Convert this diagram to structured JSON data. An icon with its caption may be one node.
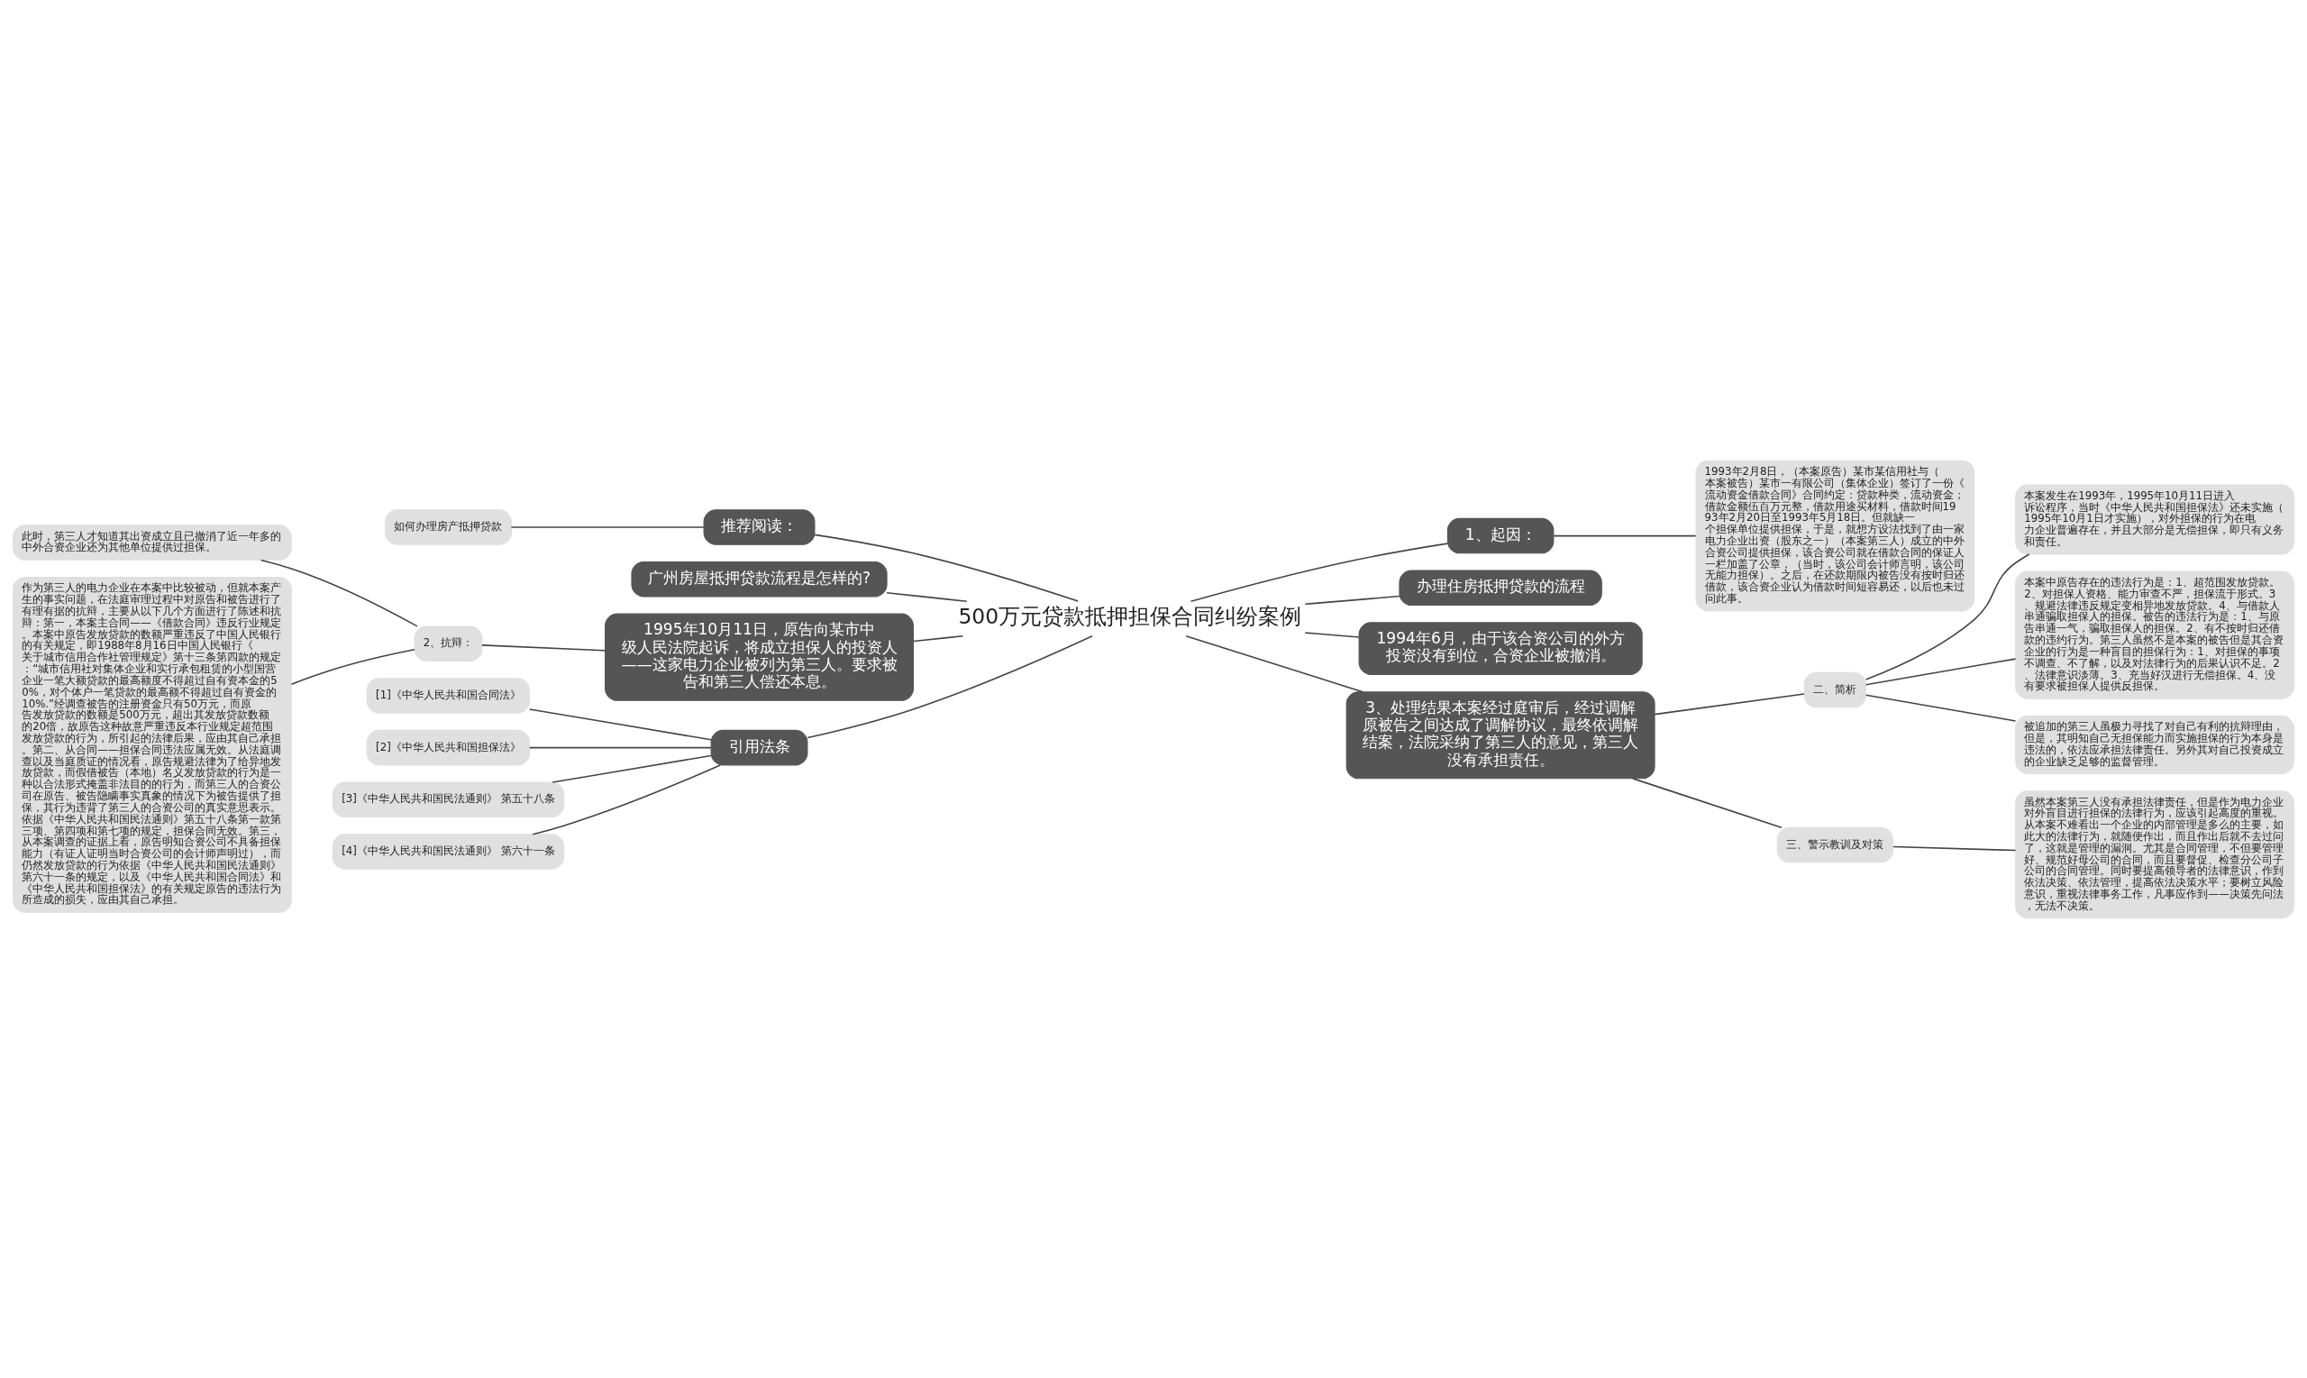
{
  "diagram": {
    "nodes": [
      {
        "text": [
          "500万元贷款抵押担保合同纠纷案例"
        ]
      },
      {
        "text": [
          "推荐阅读："
        ]
      },
      {
        "text": [
          "如何办理房产抵押贷款"
        ]
      },
      {
        "text": [
          "广州房屋抵押贷款流程是怎样的?"
        ]
      },
      {
        "text": [
          "1995年10月11日，原告向某市中级人民法院起诉，将成立担保人的投资人——这家电力企业被列为第三人。要求被告和第三人偿还本息。"
        ]
      },
      {
        "text": [
          "2、抗辩："
        ]
      },
      {
        "text": [
          "此时，第三人才知道其出资成立且已撤消了近一年多的中外合资企业还为其他单位提供过担保。"
        ]
      },
      {
        "text": [
          "作为第三人的电力企业在本案中比较被动，但就本案产生的事实问题，在法庭审理过程中对原告和被告进行了有理有据的抗辩，主要从以下几个方面进行了陈述和抗辩：第一，本案主合同——《借款合同》违反行业规定。本案中原告发放贷款的数额严重违反了中国人民银行的有关规定，即1988年8月16日中国人民银行《关于城市信用合作社管理规定》第十三条第四款的规定：“城市信用社对集体企业和实行承包租赁的小型国营企业一笔大额贷款的最高额度不得超过自有资本金的50%，对个体户一笔贷款的最高额不得超过自有资金的10%.”经调查被告的注册资金只有50万元，而原告发放贷款的数额是500万元，超出其发放贷款数额的20倍，故原告这种故意严重违反本行业规定超范围发放贷款的行为，所引起的法律后果，应由其自己承担。第二、从合同——担保合同违法应属无效。从法庭调查以及当庭质证的情况看，原告规避法律为了给异地发放贷款，而假借被告（本地）名义发放贷款的行为是一种以合法形式掩盖非法目的的行为，而第三人的合资公司在原告、被告隐瞒事实真象的情况下为被告提供了担保，其行为违背了第三人的合资公司的真实意思表示。依据《中华人民共和国民法通则》第五十八条第一款第三项、第四项和第七项的规定，担保合同无效。第三，从本案调查的证据上看，原告明知合资公司不具备担保能力（有证人证明当时合资公司的会计师声明过），而仍然发放贷款的行为依据《中华人民共和国民法通则》第六十一条的规定，以及《中华人民共和国合同法》和《中华人民共和国担保法》的有关规定原告的违法行为所造成的损失，应由其自己承担。"
        ]
      },
      {
        "text": [
          "引用法条"
        ]
      },
      {
        "text": [
          "[1]《中华人民共和国合同法》"
        ]
      },
      {
        "text": [
          "[2]《中华人民共和国担保法》"
        ]
      },
      {
        "text": [
          "[3]《中华人民共和国民法通则》 第五十八条"
        ]
      },
      {
        "text": [
          "[4]《中华人民共和国民法通则》 第六十一条"
        ]
      },
      {
        "text": [
          "1、起因："
        ]
      },
      {
        "text": [
          "1993年2月8日，（本案原告）某市某信用社与（本案被告）某市一有限公司（集体企业）签订了一份《流动资金借款合同》合同约定：贷款种类，流动资金；借款金额伍百万元整，借款用途买材料，借款时间1993年2月20日至1993年5月18日。但就缺一个担保单位提供担保，于是，就想方设法找到了由一家电力企业出资（股东之一）（本案第三人）成立的中外合资公司提供担保，该合资公司就在借款合同的保证人一栏加盖了公章，（当时，该公司会计师言明，该公司无能力担保）。之后，在还款期限内被告没有按时归还借款，该合资企业认为借款时间短容易还，以后也未过问此事。"
        ]
      },
      {
        "text": [
          "办理住房抵押贷款的流程"
        ]
      },
      {
        "text": [
          "1994年6月，由于该合资公司的外方投资没有到位，合资企业被撤消。"
        ]
      },
      {
        "text": [
          "3、处理结果本案经过庭审后，经过调解原被告之间达成了调解协议，最终依调解结案，法院采纳了第三人的意见，第三人没有承担责任。"
        ]
      },
      {
        "text": [
          "二、简析"
        ]
      },
      {
        "text": [
          "本案发生在1993年，1995年10月11日进入诉讼程序，当时《中华人民共和国担保法》还未实施（1995年10月1日才实施），对外担保的行为在电力企业普遍存在，并且大部分是无偿担保，即只有义务和责任。"
        ]
      },
      {
        "text": [
          "本案中原告存在的违法行为是：1、超范围发放贷款。2、对担保人资格、能力审查不严，担保流于形式。3、规避法律违反规定变相异地发放贷款。4、与借款人串通骗取担保人的担保。被告的违法行为是：1、与原告串通一气，骗取担保人的担保。2、有不按时归还借款的违约行为。第三人虽然不是本案的被告但是其合资企业的行为是一种盲目的担保行为：1、对担保的事项不调查、不了解，以及对法律行为的后果认识不足。2、法律意识淡薄。3、充当好汉进行无偿担保。4、没有要求被担保人提供反担保。"
        ]
      },
      {
        "text": [
          "被追加的第三人虽极力寻找了对自己有利的抗辩理由，但是，其明知自己无担保能力而实施担保的行为本身是违法的，依法应承担法律责任。另外其对自己投资成立的企业缺乏足够的监督管理。"
        ]
      },
      {
        "text": [
          "三、警示教训及对策"
        ]
      },
      {
        "text": [
          "虽然本案第三人没有承担法律责任，但是作为电力企业对外盲目进行担保的法律行为，应该引起高度的重视。从本案不难看出一个企业的内部管理是多么的主要，如此大的法律行为，就随便作出，而且作出后就不去过问了，这就是管理的漏洞。尤其是合同管理，不但要管理好、规范好母公司的合同，而且要督促、检查分公司子公司的合同管理。同时要提高领导者的法律意识，作到依法决策、依法管理，提高依法决策水平；要树立风险意识，重视法律事务工作，凡事应作到——决策先问法，无法不决策。"
        ]
      }
    ],
    "edges": [
      {
        "from": 1,
        "to": 0,
        "arrow": "none"
      },
      {
        "from": 2,
        "to": 1,
        "arrow": "none"
      },
      {
        "from": 3,
        "to": 0,
        "arrow": "none"
      },
      {
        "from": 4,
        "to": 0,
        "arrow": "none"
      },
      {
        "from": 5,
        "to": 4,
        "arrow": "none"
      },
      {
        "from": 6,
        "to": 5,
        "arrow": "none"
      },
      {
        "from": 7,
        "to": 5,
        "arrow": "none"
      },
      {
        "from": 8,
        "to": 0,
        "arrow": "none"
      },
      {
        "from": 9,
        "to": 8,
        "arrow": "none"
      },
      {
        "from": 10,
        "to": 8,
        "arrow": "none"
      },
      {
        "from": 11,
        "to": 8,
        "arrow": "none"
      },
      {
        "from": 12,
        "to": 8,
        "arrow": "none"
      },
      {
        "from": 0,
        "to": 13,
        "arrow": "none"
      },
      {
        "from": 13,
        "to": 14,
        "arrow": "none"
      },
      {
        "from": 0,
        "to": 15,
        "arrow": "none"
      },
      {
        "from": 0,
        "to": 16,
        "arrow": "none"
      },
      {
        "from": 0,
        "to": 17,
        "arrow": "none"
      },
      {
        "from": 17,
        "to": 18,
        "arrow": "none"
      },
      {
        "from": 18,
        "to": 19,
        "arrow": "none"
      },
      {
        "from": 18,
        "to": 20,
        "arrow": "none"
      },
      {
        "from": 18,
        "to": 21,
        "arrow": "none"
      },
      {
        "from": 17,
        "to": 22,
        "arrow": "none"
      },
      {
        "from": 22,
        "to": 23,
        "arrow": "none"
      }
    ]
  }
}
